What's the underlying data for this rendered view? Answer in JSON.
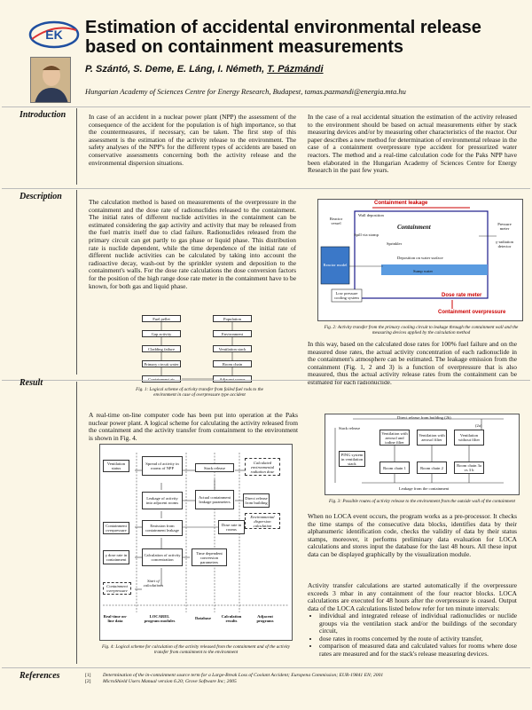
{
  "header": {
    "logo_text": "EK",
    "title": "Estimation of accidental environmental release based on containment measurements",
    "authors_plain": "P. Szántó, S. Deme, E. Láng, I. Németh,",
    "author_underlined": "T. Pázmándi",
    "affiliation": "Hungarian Academy of Sciences Centre for Energy Research, Budapest, tamas.pazmandi@energia.mta.hu"
  },
  "sections": {
    "introduction": "Introduction",
    "description": "Description",
    "result": "Result",
    "references": "References"
  },
  "introduction": {
    "left": "In case of an accident in a nuclear power plant (NPP) the assessment of the consequence of the accident for the population is of high importance, so that the countermeasures, if necessary, can be taken. The first step of this assessment is the estimation of the activity release to the environment. The safety analyses of the NPP's for the different types of accidents are based on conservative assessments concerning both the activity release and the environmental dispersion situations.",
    "right": "In the case of a real accidental situation the estimation of the activity released to the environment should be based on actual measurements either by stack measuring devices and/or by measuring other characteristics of the reactor. Our paper describes a new method for determination of environmental release in the case of a containment overpressure type accident for pressurized water reactors. The method and a real-time calculation code for the Paks NPP have been elaborated in the Hungarian Academy of Sciences Centre for Energy Research in the past few years."
  },
  "description": {
    "left": "The calculation method is based on measurements of the overpressure in the containment and the dose rate of radionuclides released to the containment. The initial rates of different nuclide activities in the containment can be estimated considering the gap activity and activity that may be released from the fuel matrix itself due to clad failure. Radionuclides released from the primary circuit can get partly to gas phase or liquid phase. This distribution rate is nuclide dependent, while the time dependence of the initial rate of different nuclide activities can be calculated by taking into account the radioactive decay, wash-out by the sprinkler system and deposition to the containment's walls. For the dose rate calculations the dose conversion factors for the position of the high range dose rate meter in the containment have to be known, for both gas and liquid phase.",
    "right": "In this way, based on the calculated dose rates for 100% fuel failure and on the measured dose rates, the actual activity concentration of each radionuclide in the containment's atmosphere can be estimated. The leakage emission from the containment (Fig. 1, 2 and 3) is a function of overpressure that is also measured, thus the actual activity release rates from the containment can be estimated for each radionuclide."
  },
  "fig1": {
    "caption": "Fig. 1: Logical scheme of activity transfer from failed fuel rods to the environment in case of overpressure type accident",
    "boxes": [
      "Fuel pellet",
      "Gap activity",
      "Cladding failure",
      "Primary circuit water",
      "Containment air",
      "Population",
      "Environment",
      "Ventilation stack",
      "Room chain",
      "Adjacent rooms"
    ]
  },
  "fig2": {
    "caption": "Fig. 2: Activity transfer from the primary cooling circuit to leakage through the containment wall and the measuring devices applied by the calculation method",
    "containment_leakage": "Containment leakage",
    "containment": "Containment",
    "wall_deposition": "Wall deposition",
    "reactor_vessel": "Reactor vessel",
    "spill_via_stomp": "Spill via stomp",
    "sprinkler": "Sprinkler",
    "pressure_meter": "Pressure meter",
    "gamma_detector": "γ-radiation detector",
    "deposition_water": "Deposition on water surface",
    "reactor_model": "Reactor model",
    "sump_water": "Sump water",
    "low_pressure": "Low pressure cooling system",
    "dose_rate_meter": "Dose rate meter",
    "containment_overpressure": "Containment overpressure"
  },
  "fig3": {
    "caption": "Fig. 3: Possible routes of activity release to the environment from the outside wall of the containment",
    "top_label": "Direct release from building (2b)",
    "label_2a": "(2a)",
    "stack_release": "Stack release",
    "vent_aerosol_iodine": "Ventilation with aerosol and iodine filter",
    "vent_aerosol": "Ventilation with aerosol filter",
    "vent_without": "Ventilation without filter",
    "ping": "PING system in ventilation stack",
    "room1": "Room chain 1",
    "room2": "Room chain 2",
    "room3": "Room chain 3a vs 3 b",
    "leakage_label": "Leakage from the containment"
  },
  "result": {
    "left": "A real-time on-line computer code has been put into operation at the Paks nuclear power plant. A logical scheme for calculating the activity released from the containment and the activity transfer from containment to the environment is shown in Fig. 4.",
    "right_p1": "When no LOCA event occurs, the program works as a pre-processor. It checks the time stamps of the consecutive data blocks, identifies data by their alphanumeric identification code, checks the validity of data by their status stamps, moreover, it performs preliminary data evaluation for LOCA calculations and stores input the database for the last 48 hours. All these input data can be displayed graphically by the visualization module.",
    "right_p2": "Activity transfer calculations are started automatically if the overpressure exceeds 3 mbar in any containment of the four reactor blocks. LOCA calculations are executed for 48 hours after the overpressure is ceased. Output data of the LOCA calculations listed below refer for ten minute intervals:",
    "bullets": [
      "individual and integrated release of individual radionuclides or nuclide groups via the ventilation stack and/or the buildings of the secondary circuit,",
      "dose rates in rooms concerned by the route of activity transfer,",
      "comparison of measured data and calculated values for rooms where dose rates are measured and for the stack's release measuring devices."
    ]
  },
  "fig4": {
    "caption": "Fig. 4: Logical scheme for calculation of the activity released from the containment and of the activity transfer from containment to the environment",
    "boxes": {
      "vent_status": "Ventilation status",
      "spread": "Spread of activity in rooms of NPP",
      "stack_release": "Stack release",
      "calc_env": "Calculated environmental radiation dose",
      "leakage_adjacent": "Leakage of activity into adjacent rooms",
      "actual_leakage": "Actual containment leakage parameters",
      "direct_release": "Direct release from building",
      "env_dispersion": "Environmental dispersion calculation",
      "cont_overpressure": "Containment overpressure",
      "emission": "Emission from containment leakage",
      "dose_rate_rooms": "Dose rate in rooms",
      "gamma_dose": "γ dose rate in containment",
      "calc_activity": "Calculation of activity concentration",
      "time_dependent": "Time dependent conversion parameters",
      "start_calc": "Start of calculations",
      "cont_overpressure2": "Containment overpressure"
    },
    "bottom": [
      "Real-time on-line data",
      "LOCAREL program modules",
      "Database",
      "Calculation results",
      "Adjacent programs"
    ]
  },
  "references": [
    {
      "num": "[1]",
      "text": "Determination of the in-containment source term for a Large-Break Loss of Coolant Accident; Europena Commission; EUR-19841 EN; 2001"
    },
    {
      "num": "[2]",
      "text": "MicroShield Users Manual version 6.20; Grove Software Inc; 2005"
    }
  ]
}
